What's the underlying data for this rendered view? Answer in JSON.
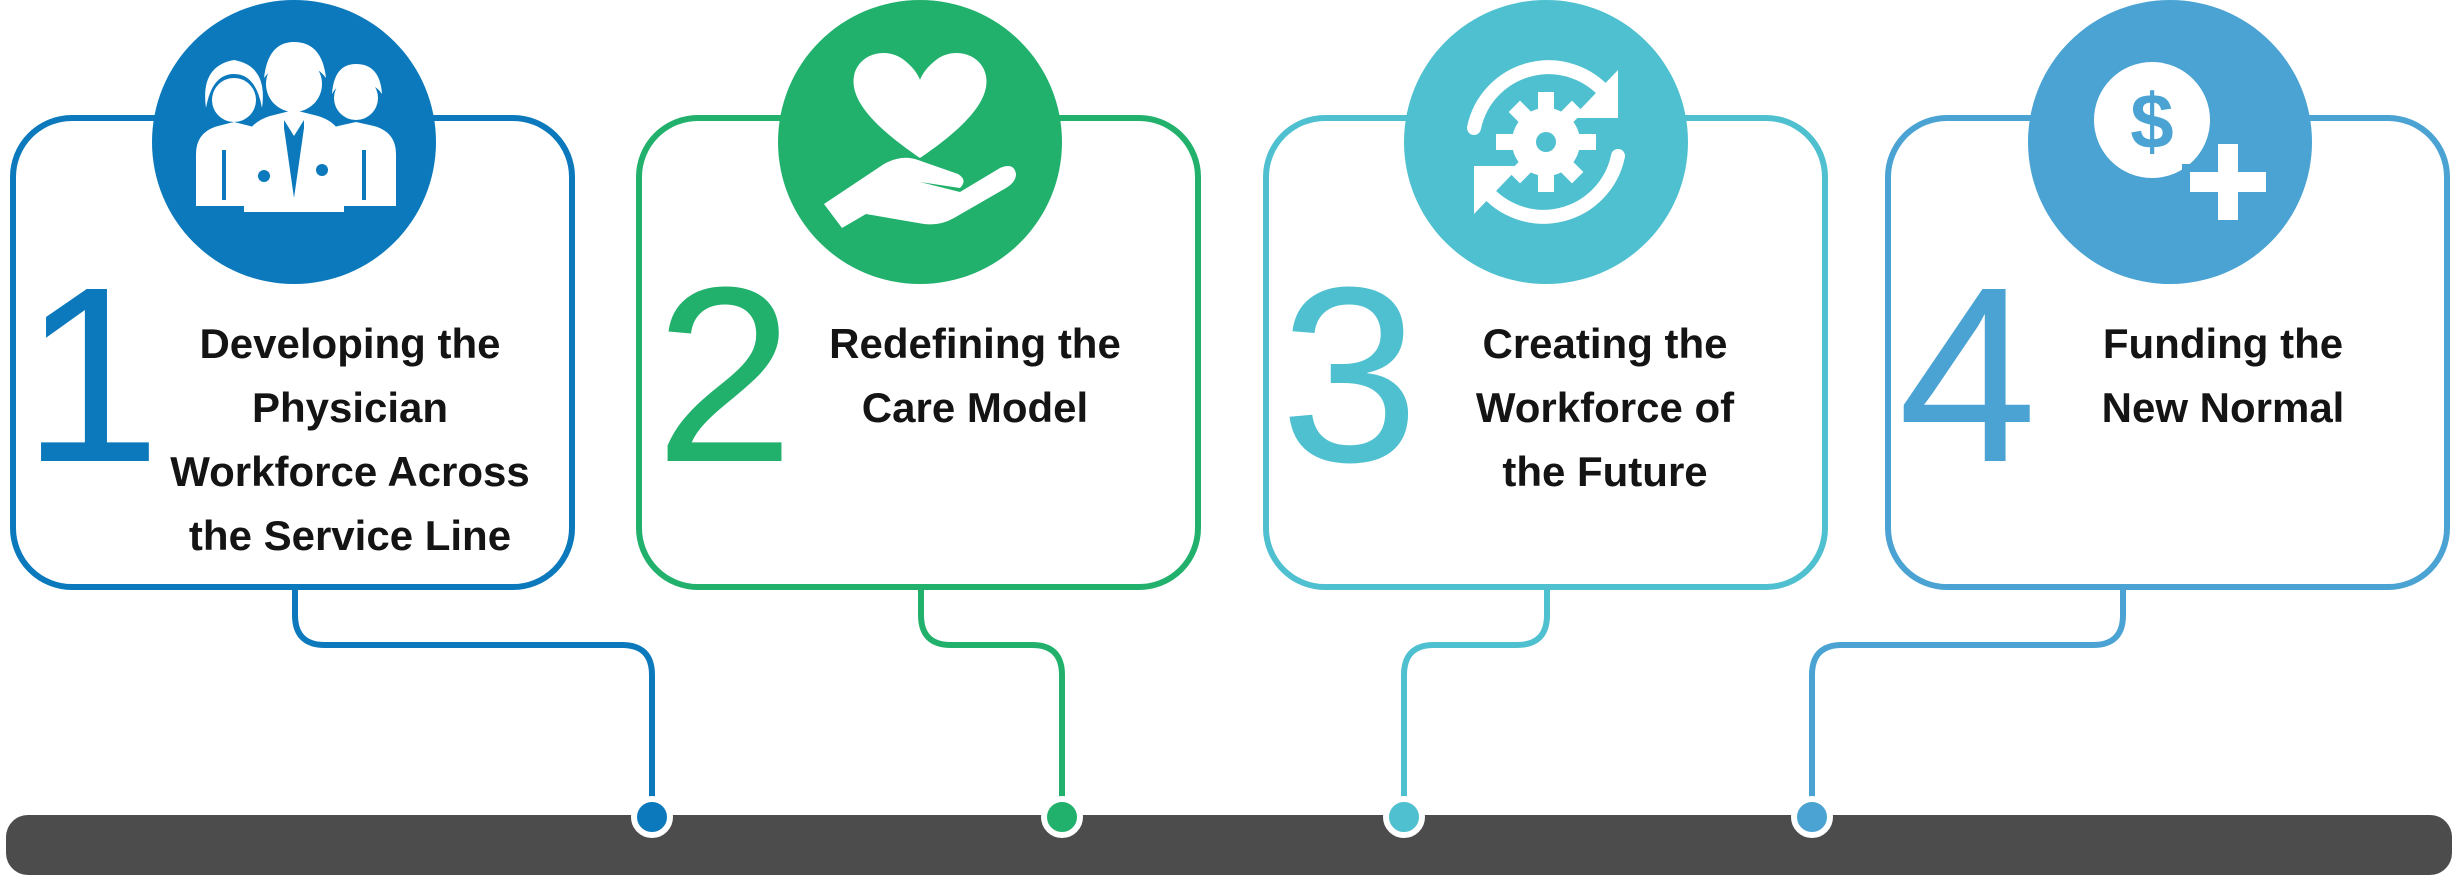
{
  "steps": [
    {
      "number": "1",
      "title": "Developing the Physician Workforce Across the Service Line",
      "lines": [
        "Developing the",
        "Physician",
        "Workforce Across",
        "the Service Line"
      ],
      "icon": "medical-staff-icon",
      "color": "#0b79bc"
    },
    {
      "number": "2",
      "title": "Redefining the Care Model",
      "lines": [
        "Redefining the",
        "Care Model"
      ],
      "icon": "heart-in-hand-icon",
      "color": "#22b16c"
    },
    {
      "number": "3",
      "title": "Creating the Workforce of the Future",
      "lines": [
        "Creating the",
        "Workforce of",
        "the Future"
      ],
      "icon": "gear-cycle-icon",
      "color": "#4fc0cf"
    },
    {
      "number": "4",
      "title": "Funding the New Normal",
      "lines": [
        "Funding the",
        "New Normal"
      ],
      "icon": "dollar-plus-icon",
      "color": "#4aa3d3"
    }
  ],
  "colors": {
    "bar": "#4c4c4c",
    "text": "#141414"
  }
}
